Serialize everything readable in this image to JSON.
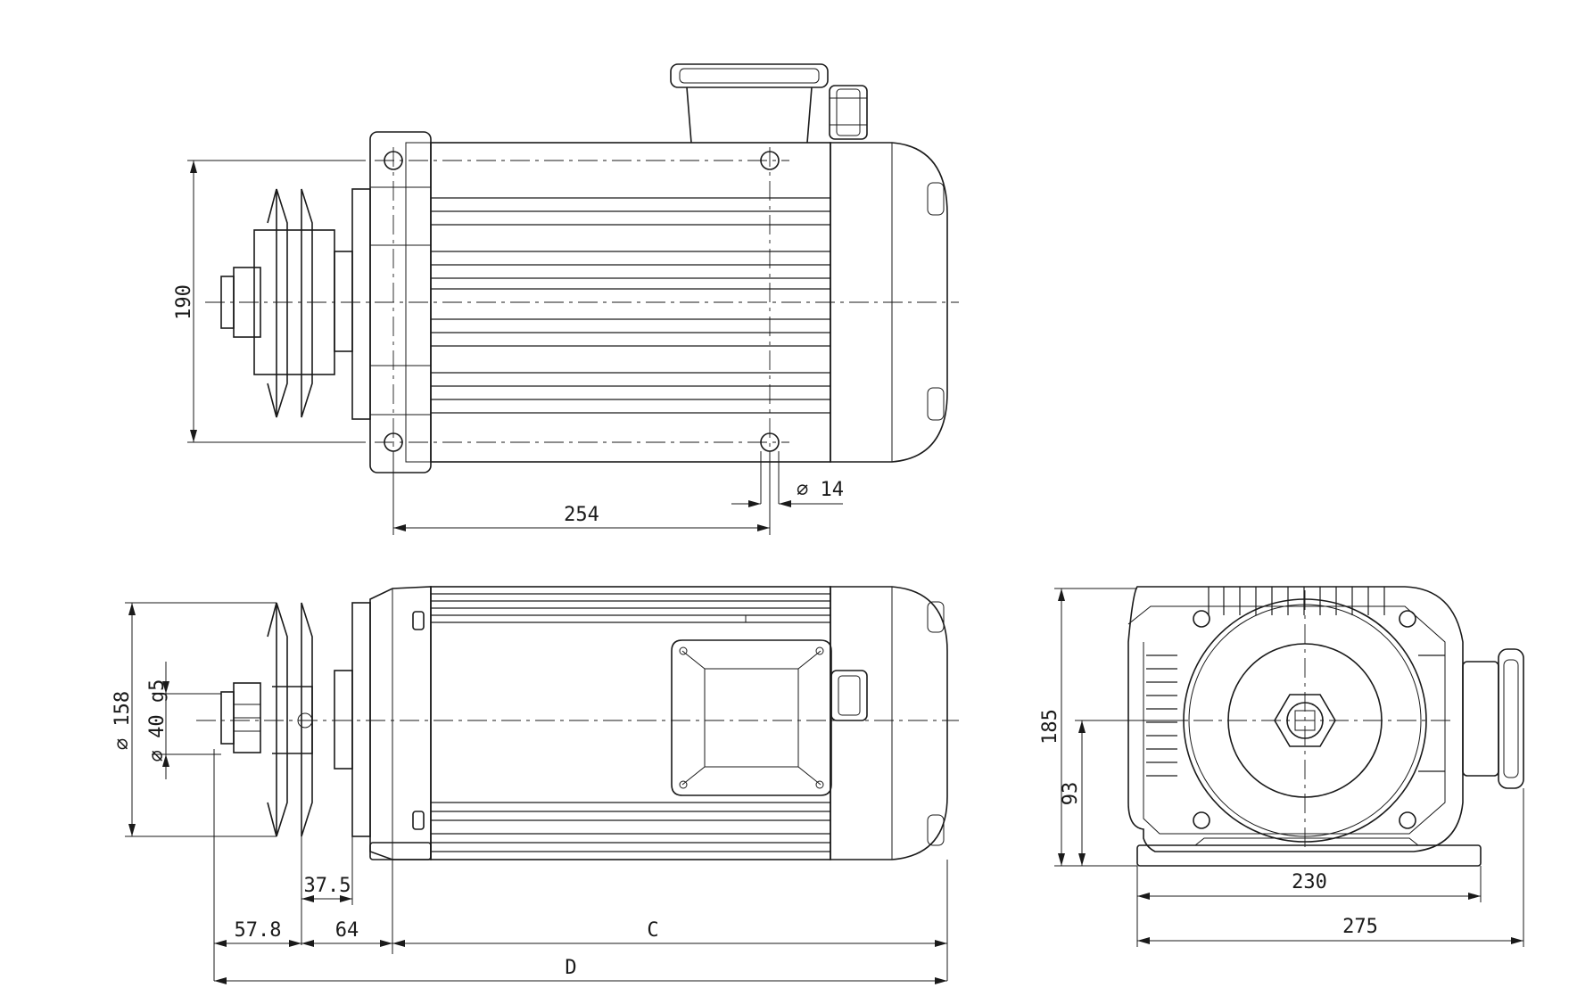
{
  "dimensions": {
    "d190": "190",
    "d254": "254",
    "hole": "∅ 14",
    "d158": "∅ 158",
    "d40": "∅ 40 g5",
    "d37_5": "37.5",
    "d57_8": "57.8",
    "d64": "64",
    "dC": "C",
    "dD": "D",
    "d185": "185",
    "d93": "93",
    "d230": "230",
    "d275": "275"
  }
}
